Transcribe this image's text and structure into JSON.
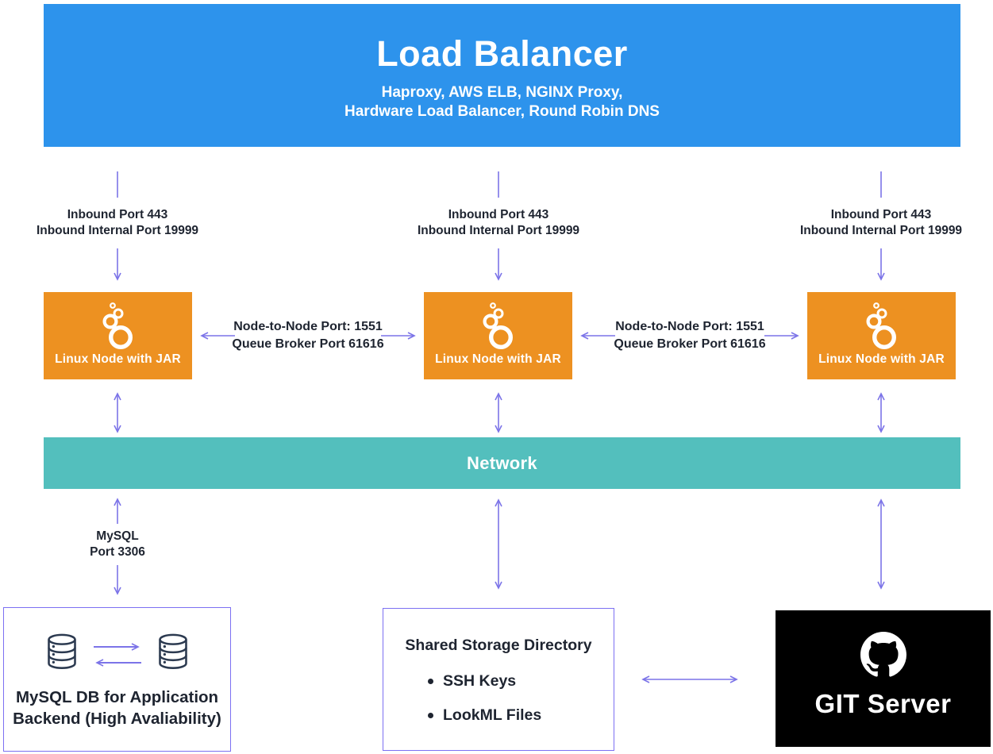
{
  "load_balancer": {
    "title": "Load Balancer",
    "subtitle_lines": [
      "Haproxy, AWS ELB, NGINX Proxy,",
      "Hardware Load Balancer, Round Robin DNS"
    ]
  },
  "inbound_links": [
    {
      "lines": [
        "Inbound Port 443",
        "Inbound Internal Port 19999"
      ]
    },
    {
      "lines": [
        "Inbound Port 443",
        "Inbound Internal Port 19999"
      ]
    },
    {
      "lines": [
        "Inbound Port 443",
        "Inbound Internal Port 19999"
      ]
    }
  ],
  "nodes": [
    {
      "label": "Linux Node with JAR"
    },
    {
      "label": "Linux Node with JAR"
    },
    {
      "label": "Linux Node with JAR"
    }
  ],
  "node_links": [
    {
      "lines": [
        "Node-to-Node Port: 1551",
        "Queue Broker Port 61616"
      ]
    },
    {
      "lines": [
        "Node-to-Node Port: 1551",
        "Queue Broker Port 61616"
      ]
    }
  ],
  "network": {
    "label": "Network"
  },
  "mysql_link": {
    "lines": [
      "MySQL",
      "Port 3306"
    ]
  },
  "mysql_box": {
    "lines": [
      "MySQL DB for Application",
      "Backend (High Avaliability)"
    ]
  },
  "storage_box": {
    "title": "Shared Storage Directory",
    "items": [
      "SSH Keys",
      "LookML Files"
    ]
  },
  "git_box": {
    "label": "GIT Server"
  },
  "icons": {
    "node": "looker-circles-icon",
    "database": "database-cylinder-icon",
    "git": "github-octocat-icon",
    "connector": "double-headed-chevron-arrow"
  },
  "colors": {
    "banner_blue": "#2D93EC",
    "node_orange": "#ED9121",
    "network_teal": "#53BFBD",
    "arrow_purple": "#7C74E8",
    "border_purple": "#7C70F2",
    "git_black": "#000000",
    "text_dark": "#1E2430",
    "white": "#FFFFFF"
  }
}
